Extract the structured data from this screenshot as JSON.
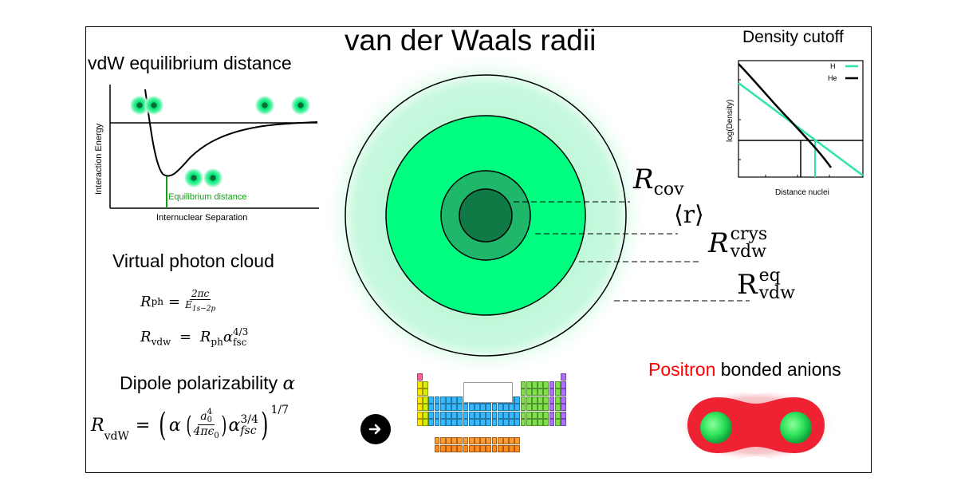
{
  "title": "van der Waals radii",
  "vdw_panel": {
    "heading": "vdW equilibrium distance",
    "ylabel": "Interaction Energy",
    "xlabel": "Internuclear Separation",
    "annotation": "Equilibrium distance"
  },
  "density_panel": {
    "heading": "Density cutoff",
    "ylabel": "log(Density)",
    "xlabel": "Distance nuclei",
    "legend": [
      {
        "label": "H",
        "color": "#2ee6a0"
      },
      {
        "label": "He",
        "color": "#000000"
      }
    ]
  },
  "photon_section": {
    "heading": "Virtual photon cloud",
    "eq1": {
      "lhs": "R",
      "lhs_sub": "ph",
      "num": "2πc",
      "den": "E",
      "den_sub": "1s−2p"
    },
    "eq2": {
      "lhs": "R",
      "lhs_sub": "vdw",
      "r": "R",
      "r_sub": "ph",
      "alpha": "α",
      "alpha_sub": "fsc",
      "alpha_sup": "4/3"
    }
  },
  "dipole_section": {
    "heading_text": "Dipole polarizability",
    "heading_symbol": "α",
    "eq": {
      "lhs": "R",
      "lhs_sub": "vdW",
      "alpha": "α",
      "a0": "a",
      "a0_sub": "0",
      "a0_sup": "4",
      "den": "4πϵ",
      "den_sub": "0",
      "alpha2": "α",
      "alpha2_sub": "fsc",
      "alpha2_sup": "3/4",
      "outer_sup": "1/7"
    }
  },
  "radii_labels": {
    "cov": {
      "main": "R",
      "sub": "cov"
    },
    "r_avg": "⟨r⟩",
    "crys": {
      "main": "R",
      "sub": "vdw",
      "sup": "crys"
    },
    "eq": {
      "main": "R",
      "sub": "vdw",
      "sup": "eq"
    }
  },
  "positron": {
    "highlight": "Positron",
    "rest": "bonded anions",
    "highlight_color": "#ff0000"
  },
  "arrow_button_icon": "arrow-right-icon",
  "colors": {
    "glow": "#b5f5d4",
    "outer_disc": "#00ff80",
    "mid_disc": "#1fb86a",
    "inner_disc": "#0f7a45",
    "density_green": "#2ee6a0",
    "positron_red": "#ee2233"
  }
}
